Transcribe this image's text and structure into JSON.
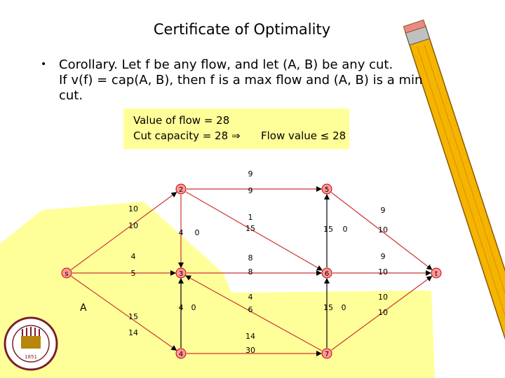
{
  "slide": {
    "title": "Certificate of Optimality",
    "bullet": "•",
    "corollary": "Corollary.  Let f be any flow, and let (A, B) be any cut.\nIf v(f) = cap(A, B), then f is a max flow and (A, B) is a min\ncut."
  },
  "info_box": {
    "line1": "Value of flow = 28",
    "line2": "Cut capacity  = 28",
    "implies": "⇒",
    "flow_value": "Flow value ≤ 28"
  },
  "graph": {
    "nodes": [
      {
        "id": "s",
        "label": "s"
      },
      {
        "id": "2",
        "label": "2"
      },
      {
        "id": "3",
        "label": "3"
      },
      {
        "id": "4",
        "label": "4"
      },
      {
        "id": "5",
        "label": "5"
      },
      {
        "id": "6",
        "label": "6"
      },
      {
        "id": "7",
        "label": "7"
      },
      {
        "id": "t",
        "label": "t"
      }
    ],
    "edges": [
      {
        "from": "s",
        "to": "2",
        "flow": "10",
        "capacity": "10"
      },
      {
        "from": "s",
        "to": "3",
        "flow": "4",
        "capacity": "5"
      },
      {
        "from": "s",
        "to": "4",
        "flow": "15",
        "capacity": "14"
      },
      {
        "from": "2",
        "to": "3",
        "flow": "4",
        "capacity": "0"
      },
      {
        "from": "2",
        "to": "5",
        "flow": "9",
        "capacity": "9"
      },
      {
        "from": "2",
        "to": "6",
        "flow": "1",
        "capacity": "15"
      },
      {
        "from": "3",
        "to": "6",
        "flow": "8",
        "capacity": "8"
      },
      {
        "from": "4",
        "to": "3",
        "flow": "4",
        "capacity": "0"
      },
      {
        "from": "4",
        "to": "7",
        "flow": "14",
        "capacity": "30"
      },
      {
        "from": "5",
        "to": "t",
        "flow": "9",
        "capacity": "10"
      },
      {
        "from": "6",
        "to": "5",
        "flow": "15",
        "capacity": "0"
      },
      {
        "from": "6",
        "to": "t",
        "flow": "9",
        "capacity": "10"
      },
      {
        "from": "7",
        "to": "3",
        "flow": "4",
        "capacity": "6"
      },
      {
        "from": "7",
        "to": "6",
        "flow": "15",
        "capacity": "0"
      },
      {
        "from": "7",
        "to": "t",
        "flow": "10",
        "capacity": "10"
      }
    ],
    "cut_label": "A"
  },
  "colors": {
    "cut_region": "#ffff99",
    "node_fill": "#ff9999",
    "node_stroke": "#cc0000",
    "edge": "#cc3333"
  },
  "icons": [
    "university-seal-icon",
    "pencil-icon"
  ]
}
